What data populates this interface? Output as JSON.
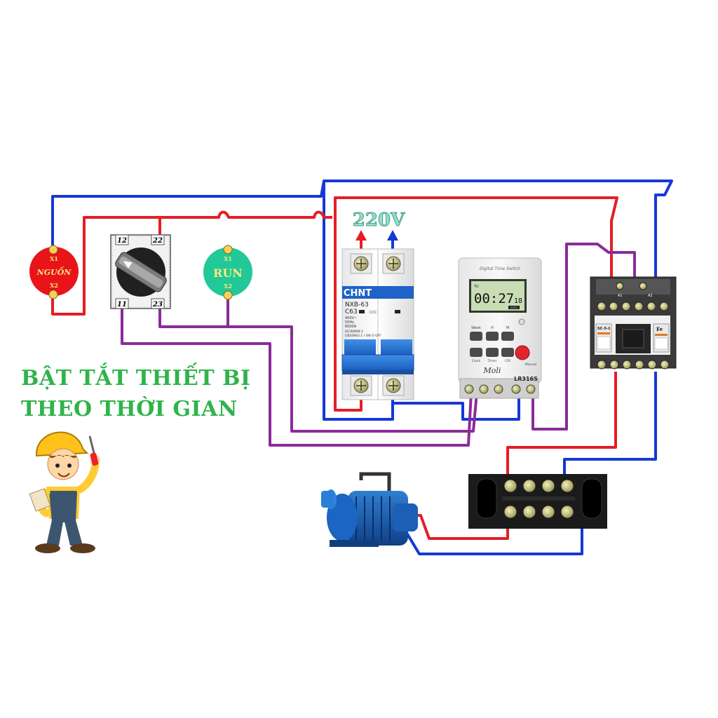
{
  "title": {
    "line1": "BẬT TẮT THIẾT BỊ",
    "line2": "THEO THỜI GIAN"
  },
  "colors": {
    "live": "#e41e26",
    "neutral": "#1538d6",
    "control": "#8a2c9a",
    "title": "#2fb34a",
    "power_lamp": "#e8141a",
    "run_lamp": "#20c997"
  },
  "power_lamp": {
    "label": "NGUỒN",
    "terminal_top": "X1",
    "terminal_bottom": "X2"
  },
  "run_lamp": {
    "label": "RUN",
    "terminal_top": "X1",
    "terminal_bottom": "X2"
  },
  "selector_switch": {
    "t12": "12",
    "t22": "22",
    "t11": "11",
    "t23": "23"
  },
  "breaker": {
    "supply_label": "220V",
    "brand": "CHNT",
    "model": "NXB-63",
    "rating": "C63",
    "spec1": "400V~",
    "spec2": "50Hz",
    "spec3": "6000A",
    "std1": "IEC60898-1",
    "std2": "GB10963.1",
    "on_off": "I ON  O OFF",
    "logo": "CCC"
  },
  "timer": {
    "header": "Digital Time Switch",
    "day": "TU",
    "time": "00:27",
    "seconds": "18",
    "mode": "AUTO",
    "btn_week": "Week",
    "btn_h": "H",
    "btn_m": "M",
    "btn_clock": "Clock",
    "btn_timer": "Timer",
    "btn_cd": "C/R",
    "btn_manual": "Manual",
    "brand": "Moli",
    "model": "LR316S"
  },
  "contactor": {
    "model": "SC-5-1",
    "t_a1": "A1",
    "t_a2": "A2",
    "brand": "Fe"
  },
  "icons": [
    "pump-icon",
    "worker-icon",
    "screwdriver-icon"
  ]
}
